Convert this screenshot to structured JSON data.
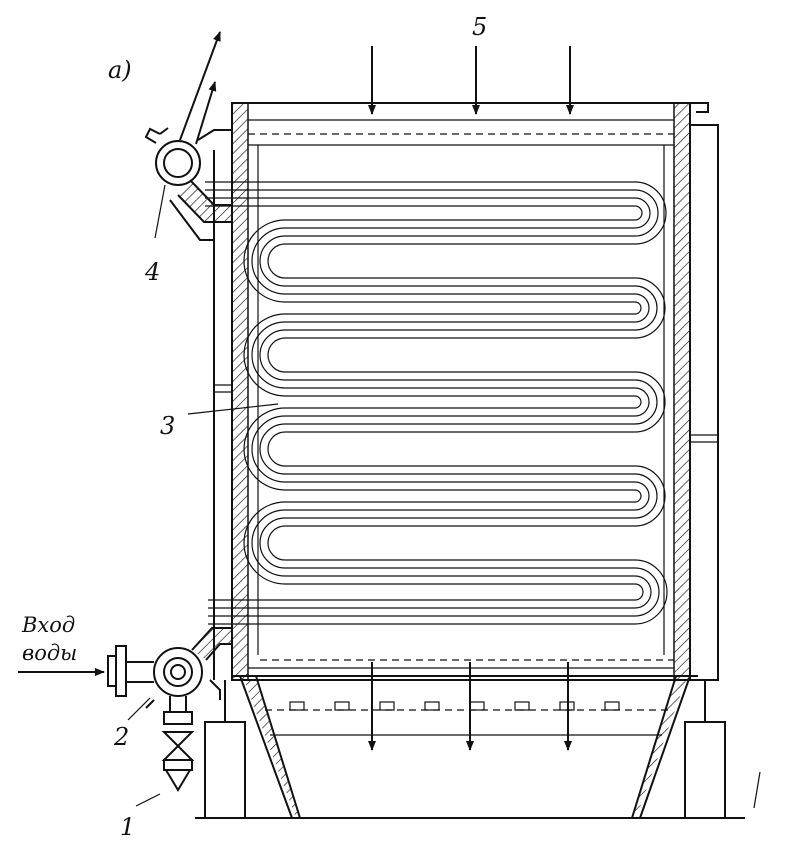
{
  "figure": {
    "panel_label": "a)",
    "callouts": {
      "c1": "1",
      "c2": "2",
      "c3": "3",
      "c4": "4",
      "c5": "5"
    },
    "water_inlet": {
      "line1": "Вход",
      "line2": "воды"
    }
  }
}
